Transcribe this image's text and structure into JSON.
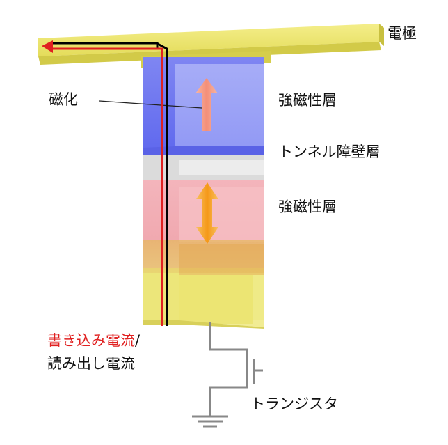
{
  "labels": {
    "electrode": "電極",
    "magnetization": "磁化",
    "ferromagnetic_top": "強磁性層",
    "tunnel_barrier": "トンネル障壁層",
    "ferromagnetic_bottom": "強磁性層",
    "write_current": "書き込み電流",
    "separator": "/",
    "read_current": "読み出し電流",
    "transistor": "トランジスタ"
  },
  "colors": {
    "electrode": "#e8e060",
    "ferromagnetic_top": "#6f78f0",
    "tunnel_barrier": "#d8d8d8",
    "ferromagnetic_bottom": "#f0a0a8",
    "bottom_electrode": "#ece67a",
    "write_current": "#e02020",
    "read_current": "#000000",
    "fixed_magnetization_arrow": "#f4a090",
    "free_magnetization_arrow": "#f5a020",
    "wiring": "#888888"
  },
  "icons": {
    "fixed_arrow": "arrow-up-icon",
    "free_arrow": "arrow-up-down-icon",
    "ground": "ground-icon",
    "transistor": "transistor-icon"
  }
}
